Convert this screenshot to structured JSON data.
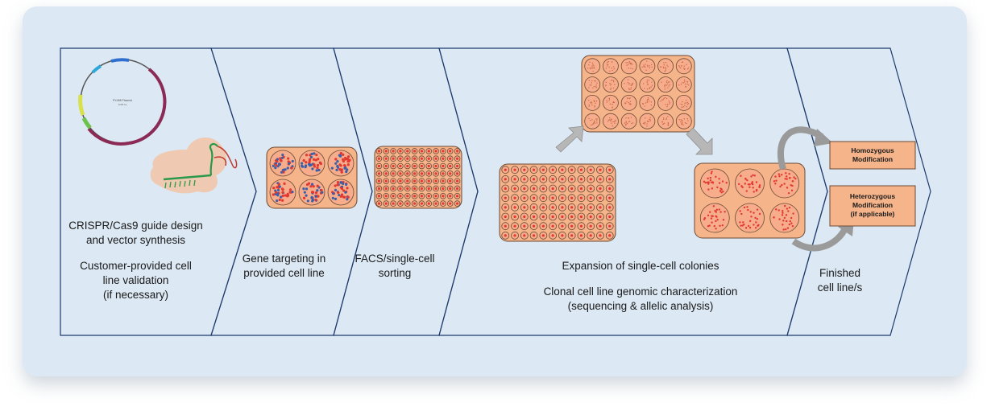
{
  "stages": [
    {
      "id": "design",
      "lines": [
        "CRISPR/Cas9 guide design",
        "and vector synthesis",
        "",
        "Customer-provided cell",
        "line validation",
        "(if necessary)"
      ]
    },
    {
      "id": "targeting",
      "lines": [
        "Gene targeting in",
        "provided cell line"
      ]
    },
    {
      "id": "sorting",
      "lines": [
        "FACS/single-cell",
        "sorting"
      ]
    },
    {
      "id": "expansion",
      "lines": [
        "Expansion of single-cell colonies",
        "",
        "Clonal cell line genomic characterization",
        "(sequencing & allelic analysis)"
      ]
    },
    {
      "id": "finished",
      "lines": [
        "Finished",
        "cell line/s"
      ]
    }
  ],
  "outcomes": {
    "homozygous": [
      "Homozygous",
      "Modification"
    ],
    "heterozygous": [
      "Heterozygous",
      "Modification",
      "(if applicable)"
    ]
  },
  "colors": {
    "card_background": "#dce8f3",
    "chevron_stroke": "#1f3a6e",
    "plate_fill": "#f6b48a",
    "plate_stroke": "#6b4a35",
    "well_fill": "#f7ad8c",
    "red_dot": "#e2382f",
    "blue_dot": "#3b5fa8",
    "plasmid_ring": "#8a2a55",
    "arrow_gray": "#b7b7b7"
  },
  "icons": [
    "plasmid-map-icon",
    "cas9-complex-icon",
    "gray-flow-arrow-icon",
    "curved-arrow-icon"
  ]
}
